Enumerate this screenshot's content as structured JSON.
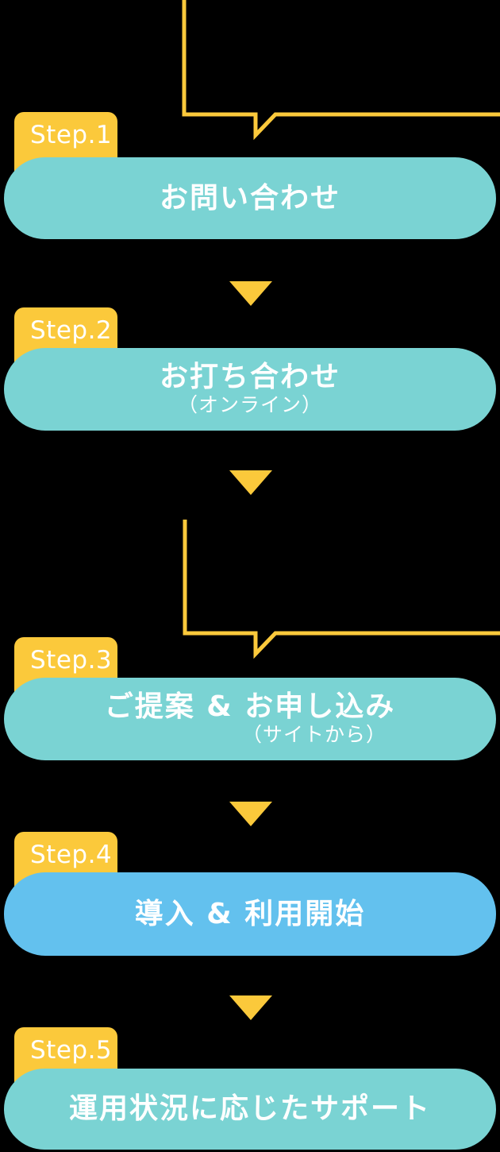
{
  "colors": {
    "yellow": "#FBC93B",
    "teal": "#7AD3D3",
    "blue": "#63C1EE",
    "text_on_fill": "#FFFFFF",
    "background": "#000000"
  },
  "flow": {
    "steps": [
      {
        "label": "Step.1",
        "title": "お問い合わせ",
        "subtitle": "",
        "color": "teal"
      },
      {
        "label": "Step.2",
        "title": "お打ち合わせ",
        "subtitle": "（オンライン）",
        "color": "teal"
      },
      {
        "label": "Step.3",
        "title": "ご提案 & お申し込み",
        "subtitle": "（サイトから）",
        "color": "teal"
      },
      {
        "label": "Step.4",
        "title": "導入 & 利用開始",
        "subtitle": "",
        "color": "blue"
      },
      {
        "label": "Step.5",
        "title": "運用状況に応じたサポート",
        "subtitle": "",
        "color": "teal"
      }
    ],
    "connector_icon": "elbow-line-with-check-notch",
    "arrow_icon": "down-triangle"
  }
}
